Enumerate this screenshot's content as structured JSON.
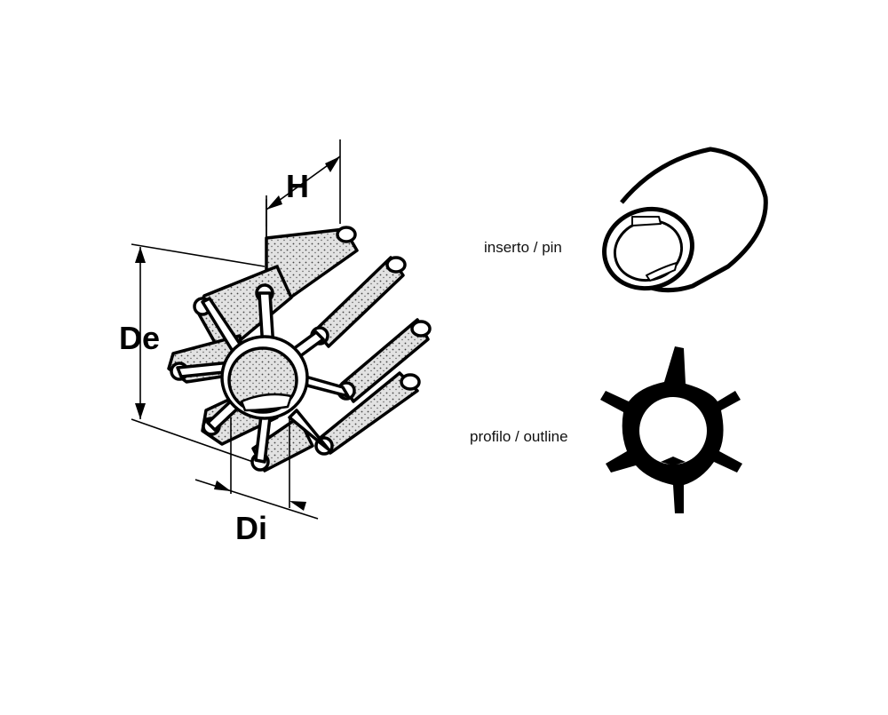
{
  "impeller": {
    "dimension_labels": {
      "height": "H",
      "outer_diameter": "De",
      "inner_diameter": "Di"
    }
  },
  "insert": {
    "caption": "inserto / pin"
  },
  "profile": {
    "caption": "profilo / outline"
  }
}
